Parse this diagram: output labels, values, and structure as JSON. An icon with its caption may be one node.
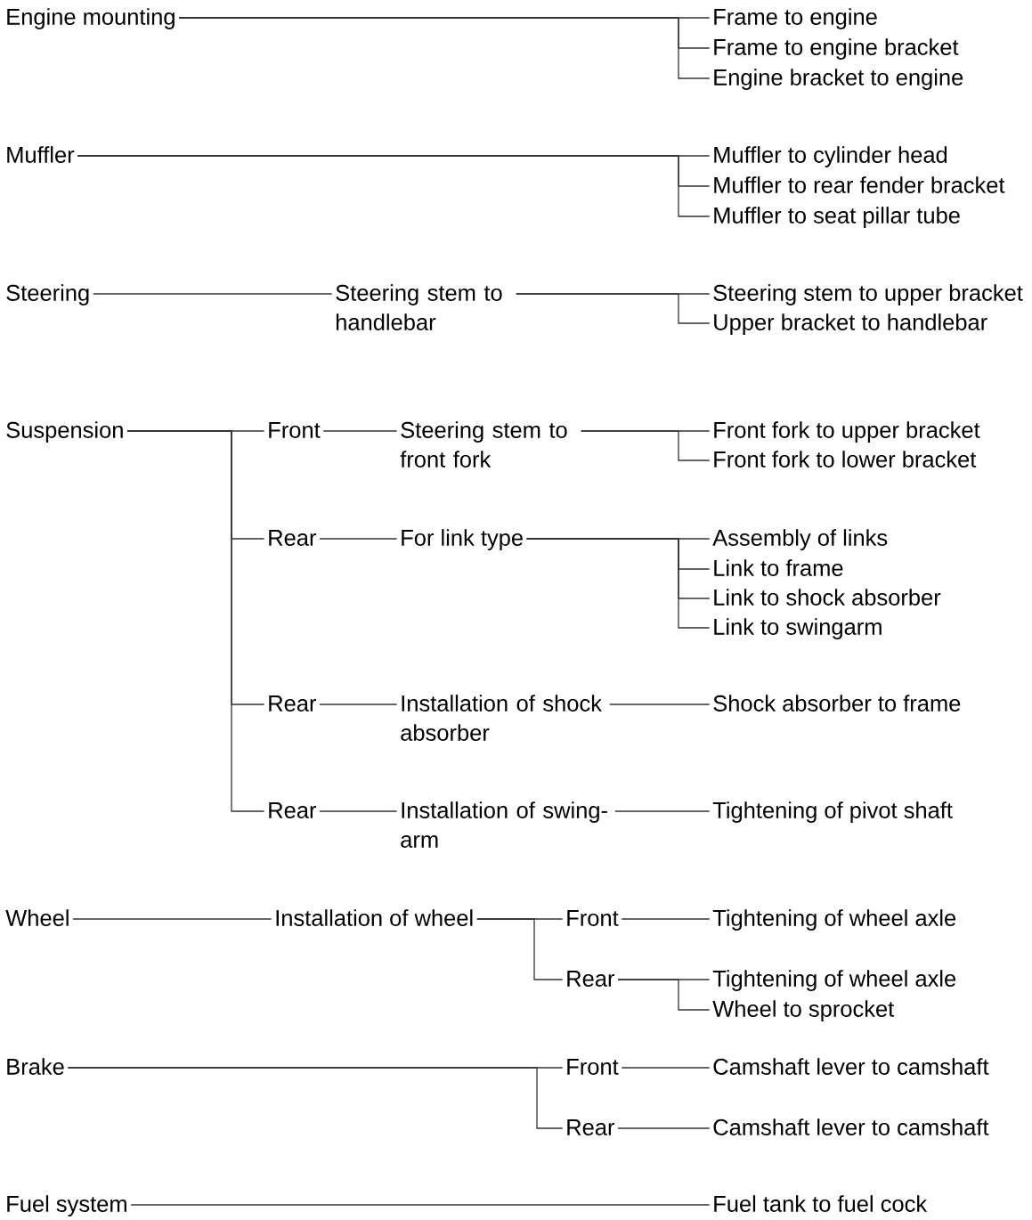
{
  "diagram": {
    "nodes": [
      {
        "text": [
          "Engine mounting"
        ]
      },
      {
        "text": [
          "Frame to engine"
        ]
      },
      {
        "text": [
          "Frame to engine bracket"
        ]
      },
      {
        "text": [
          "Engine bracket to engine"
        ]
      },
      {
        "text": [
          "Muffler"
        ]
      },
      {
        "text": [
          "Muffler to cylinder head"
        ]
      },
      {
        "text": [
          "Muffler to rear fender bracket"
        ]
      },
      {
        "text": [
          "Muffler to seat pillar tube"
        ]
      },
      {
        "text": [
          "Steering"
        ]
      },
      {
        "text": [
          "Steering stem to handlebar"
        ]
      },
      {
        "text": [
          "Steering stem to upper bracket"
        ]
      },
      {
        "text": [
          "Upper bracket to handlebar"
        ]
      },
      {
        "text": [
          "Suspension"
        ]
      },
      {
        "text": [
          "Front"
        ]
      },
      {
        "text": [
          "Steering stem to front fork"
        ]
      },
      {
        "text": [
          "Front fork to upper bracket"
        ]
      },
      {
        "text": [
          "Front fork to lower bracket"
        ]
      },
      {
        "text": [
          "Rear"
        ]
      },
      {
        "text": [
          "For link type"
        ]
      },
      {
        "text": [
          "Assembly of links"
        ]
      },
      {
        "text": [
          "Link to frame"
        ]
      },
      {
        "text": [
          "Link to shock absorber"
        ]
      },
      {
        "text": [
          "Link to swingarm"
        ]
      },
      {
        "text": [
          "Rear"
        ]
      },
      {
        "text": [
          "Installation of shock absorber"
        ]
      },
      {
        "text": [
          "Shock absorber to frame"
        ]
      },
      {
        "text": [
          "Rear"
        ]
      },
      {
        "text": [
          "Installation of swing-arm"
        ]
      },
      {
        "text": [
          "Tightening of pivot shaft"
        ]
      },
      {
        "text": [
          "Wheel"
        ]
      },
      {
        "text": [
          "Installation of wheel"
        ]
      },
      {
        "text": [
          "Front"
        ]
      },
      {
        "text": [
          "Tightening of wheel axle"
        ]
      },
      {
        "text": [
          "Rear"
        ]
      },
      {
        "text": [
          "Tightening of wheel axle"
        ]
      },
      {
        "text": [
          "Wheel to sprocket"
        ]
      },
      {
        "text": [
          "Brake"
        ]
      },
      {
        "text": [
          "Front"
        ]
      },
      {
        "text": [
          "Camshaft lever to camshaft"
        ]
      },
      {
        "text": [
          "Rear"
        ]
      },
      {
        "text": [
          "Camshaft lever to camshaft"
        ]
      },
      {
        "text": [
          "Fuel system"
        ]
      },
      {
        "text": [
          "Fuel tank to fuel cock"
        ]
      }
    ],
    "edges": [
      {
        "from": 0,
        "to": 1,
        "arrow": "none"
      },
      {
        "from": 0,
        "to": 2,
        "arrow": "none"
      },
      {
        "from": 0,
        "to": 3,
        "arrow": "none"
      },
      {
        "from": 4,
        "to": 5,
        "arrow": "none"
      },
      {
        "from": 4,
        "to": 6,
        "arrow": "none"
      },
      {
        "from": 4,
        "to": 7,
        "arrow": "none"
      },
      {
        "from": 8,
        "to": 9,
        "arrow": "none"
      },
      {
        "from": 9,
        "to": 10,
        "arrow": "none"
      },
      {
        "from": 9,
        "to": 11,
        "arrow": "none"
      },
      {
        "from": 12,
        "to": 13,
        "arrow": "none"
      },
      {
        "from": 13,
        "to": 14,
        "arrow": "none"
      },
      {
        "from": 14,
        "to": 15,
        "arrow": "none"
      },
      {
        "from": 14,
        "to": 16,
        "arrow": "none"
      },
      {
        "from": 12,
        "to": 17,
        "arrow": "none"
      },
      {
        "from": 17,
        "to": 18,
        "arrow": "none"
      },
      {
        "from": 18,
        "to": 19,
        "arrow": "none"
      },
      {
        "from": 18,
        "to": 20,
        "arrow": "none"
      },
      {
        "from": 18,
        "to": 21,
        "arrow": "none"
      },
      {
        "from": 18,
        "to": 22,
        "arrow": "none"
      },
      {
        "from": 12,
        "to": 23,
        "arrow": "none"
      },
      {
        "from": 23,
        "to": 24,
        "arrow": "none"
      },
      {
        "from": 24,
        "to": 25,
        "arrow": "none"
      },
      {
        "from": 12,
        "to": 26,
        "arrow": "none"
      },
      {
        "from": 26,
        "to": 27,
        "arrow": "none"
      },
      {
        "from": 27,
        "to": 28,
        "arrow": "none"
      },
      {
        "from": 29,
        "to": 30,
        "arrow": "none"
      },
      {
        "from": 30,
        "to": 31,
        "arrow": "none"
      },
      {
        "from": 31,
        "to": 32,
        "arrow": "none"
      },
      {
        "from": 30,
        "to": 33,
        "arrow": "none"
      },
      {
        "from": 33,
        "to": 34,
        "arrow": "none"
      },
      {
        "from": 33,
        "to": 35,
        "arrow": "none"
      },
      {
        "from": 36,
        "to": 37,
        "arrow": "none"
      },
      {
        "from": 37,
        "to": 38,
        "arrow": "none"
      },
      {
        "from": 36,
        "to": 39,
        "arrow": "none"
      },
      {
        "from": 39,
        "to": 40,
        "arrow": "none"
      },
      {
        "from": 41,
        "to": 42,
        "arrow": "none"
      }
    ]
  }
}
